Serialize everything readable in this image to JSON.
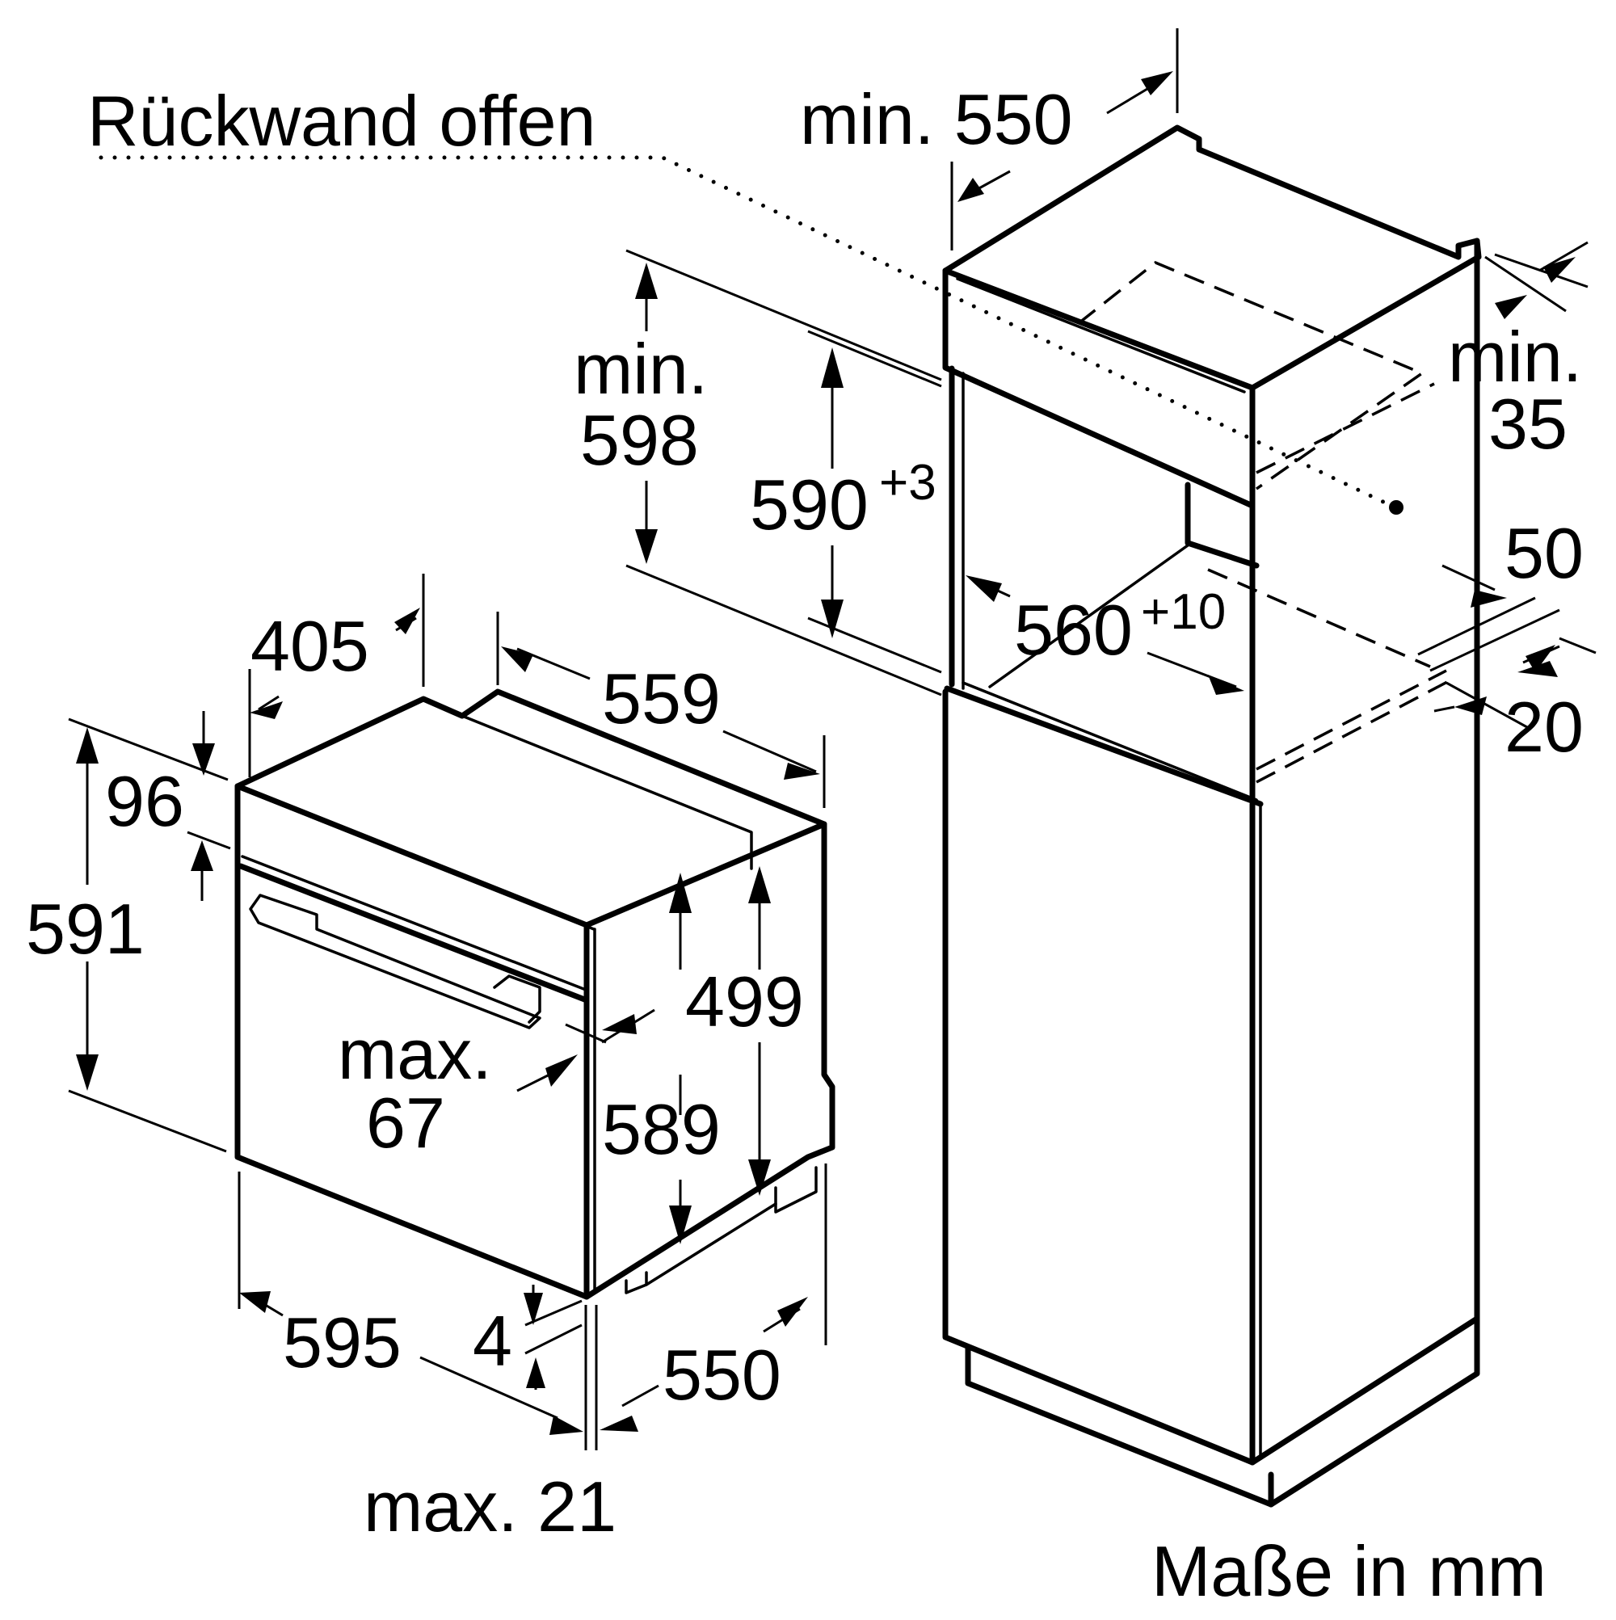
{
  "labels": {
    "rear_wall_open": "Rückwand offen",
    "units_note": "Maße in mm"
  },
  "oven_dimensions": {
    "d405": "405",
    "d559": "559",
    "d96": "96",
    "d591": "591",
    "d499": "499",
    "d589": "589",
    "max67_line1": "max.",
    "max67_line2": "67",
    "d595": "595",
    "d4": "4",
    "d550": "550",
    "max21": "max. 21"
  },
  "niche_dimensions": {
    "min550": "min. 550",
    "min598_line1": "min.",
    "min598_line2": "598",
    "d590": "590",
    "d590_tol": "+3",
    "d560": "560",
    "d560_tol": "+10",
    "min35_line1": "min.",
    "min35_line2": "35",
    "d50": "50",
    "d20": "20"
  }
}
